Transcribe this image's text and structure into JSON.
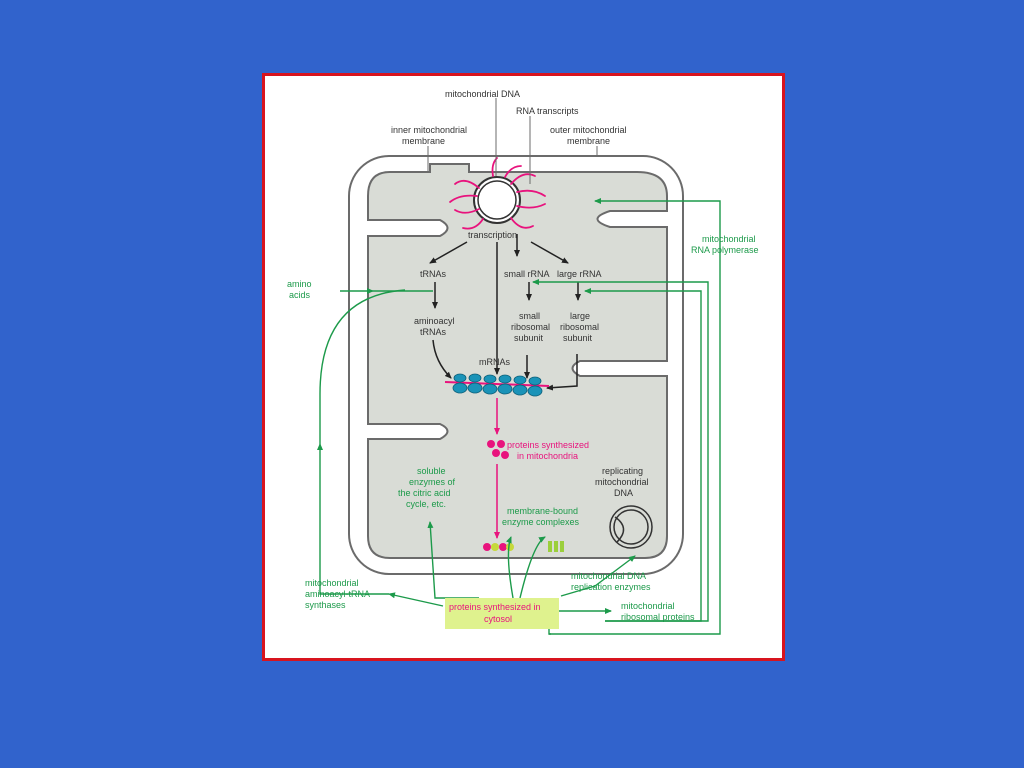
{
  "colors": {
    "background": "#3163cc",
    "frame_border": "#d8141e",
    "cell_fill": "#d9dcd6",
    "membrane": "#6b6b6b",
    "mito_arrows": "#1c9a4a",
    "rna": "#e8137d",
    "ribosome": "#1a93b8",
    "highlight_box": "#dff28e"
  },
  "labels": {
    "mito_dna": "mitochondrial DNA",
    "rna_transcripts": "RNA transcripts",
    "inner_membrane_1": "inner mitochondrial",
    "inner_membrane_2": "membrane",
    "outer_membrane_1": "outer mitochondrial",
    "outer_membrane_2": "membrane",
    "transcription": "transcription",
    "trnas": "tRNAs",
    "small_rrna": "small rRNA",
    "large_rrna": "large rRNA",
    "aminoacyl_1": "aminoacyl",
    "aminoacyl_2": "tRNAs",
    "small_sub_1": "small",
    "small_sub_2": "ribosomal",
    "small_sub_3": "subunit",
    "large_sub_1": "large",
    "large_sub_2": "ribosomal",
    "large_sub_3": "subunit",
    "mrnas": "mRNAs",
    "amino_1": "amino",
    "amino_2": "acids",
    "rna_pol_1": "mitochondrial",
    "rna_pol_2": "RNA polymerase",
    "prot_mito_1": "proteins synthesized",
    "prot_mito_2": "in mitochondria",
    "soluble_1": "soluble",
    "soluble_2": "enzymes of",
    "soluble_3": "the citric acid",
    "soluble_4": "cycle, etc.",
    "replicating_1": "replicating",
    "replicating_2": "mitochondrial",
    "replicating_3": "DNA",
    "membrane_bound_1": "membrane-bound",
    "membrane_bound_2": "enzyme complexes",
    "synthases_1": "mitochondrial",
    "synthases_2": "aminoacyl-tRNA",
    "synthases_3": "synthases",
    "cytosol_1": "proteins synthesized in",
    "cytosol_2": "cytosol",
    "dna_rep_1": "mitochondrial DNA",
    "dna_rep_2": "replication enzymes",
    "ribo_prot_1": "mitochondrial",
    "ribo_prot_2": "ribosomal proteins"
  }
}
